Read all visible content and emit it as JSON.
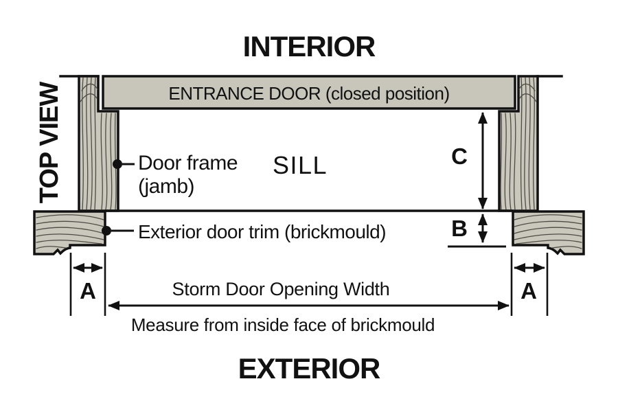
{
  "diagram": {
    "title_top": "INTERIOR",
    "title_bottom": "EXTERIOR",
    "side_label": "TOP VIEW",
    "entrance_door_label": "ENTRANCE DOOR (closed position)",
    "sill_label": "SILL",
    "door_frame_label_line1": "Door frame",
    "door_frame_label_line2": "(jamb)",
    "brickmould_label": "Exterior door trim (brickmould)",
    "width_label": "Storm Door Opening Width",
    "width_note": "Measure from inside face of brickmould",
    "dim_a_left": "A",
    "dim_a_right": "A",
    "dim_b": "B",
    "dim_c": "C"
  },
  "colors": {
    "accent": "#E2712A",
    "wood": "#CAC7BD",
    "door": "#C8C5BB",
    "line": "#111111",
    "background": "#FFFFFF"
  }
}
